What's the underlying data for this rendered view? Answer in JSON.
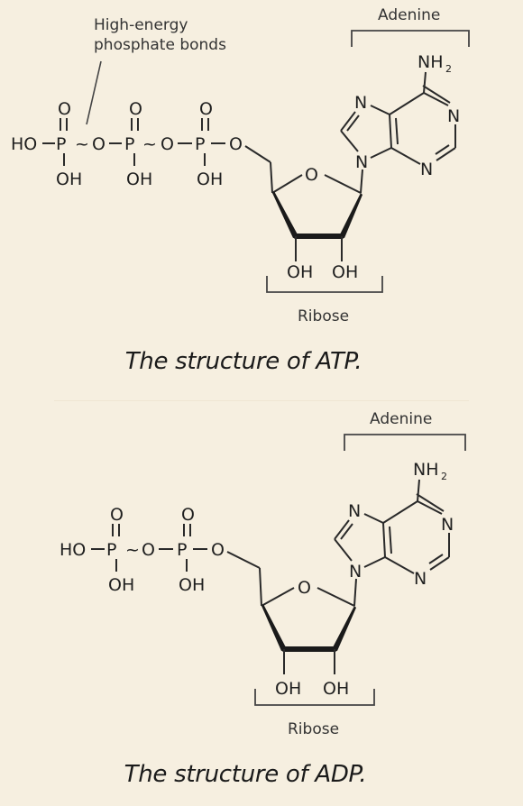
{
  "atp": {
    "caption": "The structure of ATP.",
    "callout": [
      "High-energy",
      "phosphate bonds"
    ],
    "adenine_label": "Adenine",
    "ribose_label": "Ribose",
    "nh2": "NH",
    "nh2_sub": "2",
    "atoms": {
      "ho": "HO",
      "p": "P",
      "o": "O",
      "oh": "OH",
      "n": "N",
      "tilde": "~"
    }
  },
  "adp": {
    "caption": "The structure of ADP.",
    "adenine_label": "Adenine",
    "ribose_label": "Ribose",
    "nh2": "NH",
    "nh2_sub": "2",
    "atoms": {
      "ho": "HO",
      "p": "P",
      "o": "O",
      "oh": "OH",
      "n": "N",
      "tilde": "~"
    }
  }
}
